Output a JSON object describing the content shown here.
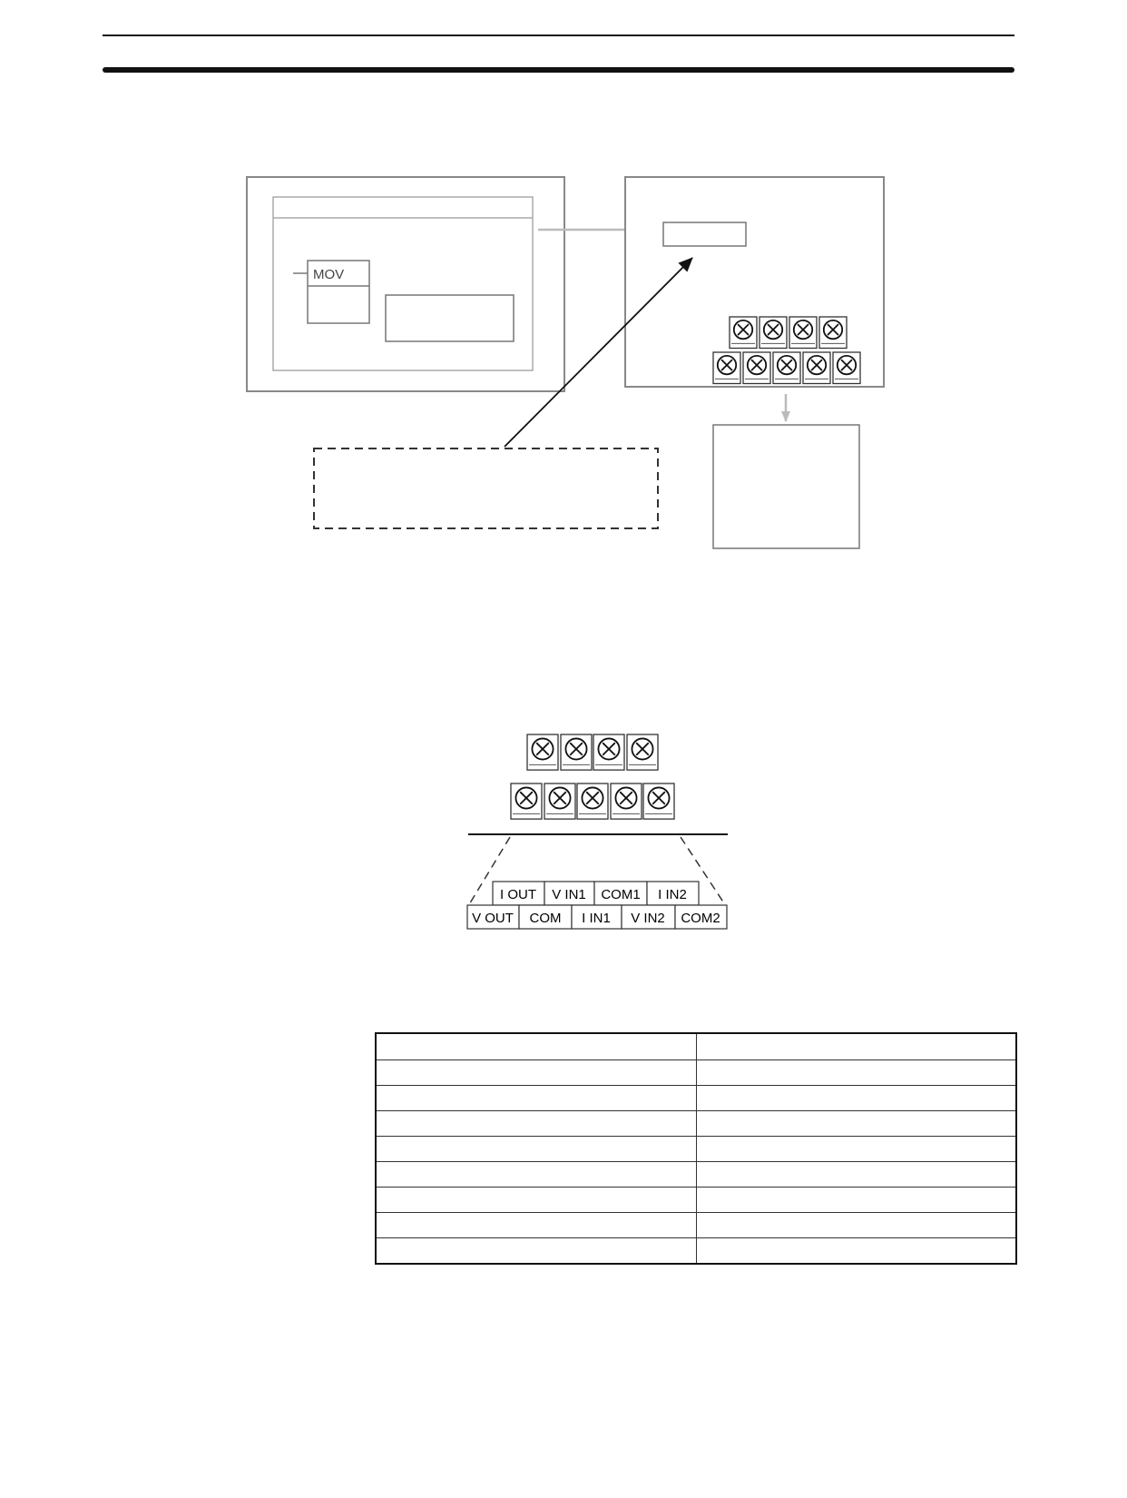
{
  "diagram1": {
    "instruction_label": "MOV"
  },
  "terminal_block": {
    "top_row_labels": [
      "I OUT",
      "V IN1",
      "COM1",
      "I IN2"
    ],
    "bottom_row_labels": [
      "V OUT",
      "COM",
      "I IN1",
      "V IN2",
      "COM2"
    ]
  },
  "table": {
    "rows": [
      [
        "",
        ""
      ],
      [
        "",
        ""
      ],
      [
        "",
        ""
      ],
      [
        "",
        ""
      ],
      [
        "",
        ""
      ],
      [
        "",
        ""
      ],
      [
        "",
        ""
      ],
      [
        "",
        ""
      ],
      [
        "",
        ""
      ]
    ]
  }
}
